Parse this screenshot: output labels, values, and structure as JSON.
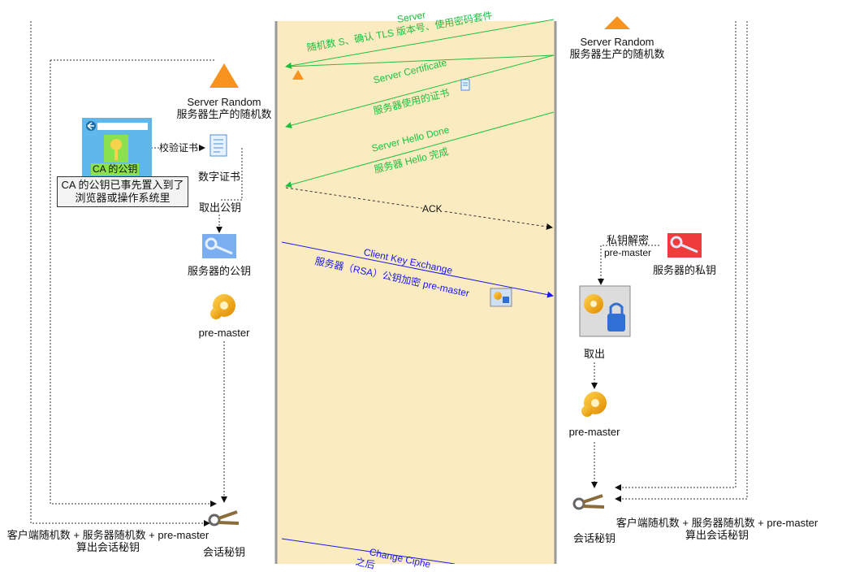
{
  "server_top": {
    "random_title": "Server Random",
    "random_sub": "服务器生产的随机数"
  },
  "client": {
    "random_title": "Server Random",
    "random_sub": "服务器生产的随机数",
    "ca_key_label": "CA 的公钥",
    "ca_note_line1": "CA 的公钥已事先置入到了",
    "ca_note_line2": "浏览器或操作系统里",
    "verify_cert": "校验证书",
    "digital_cert": "数字证书",
    "take_pubkey": "取出公钥",
    "server_pubkey": "服务器的公钥",
    "pre_master": "pre-master",
    "session_key": "会话秘钥",
    "formula_line1": "客户端随机数 + 服务器随机数 +  pre-master",
    "formula_line2": "算出会话秘钥"
  },
  "messages": {
    "server_hello_cut": "Server",
    "server_hello_sub": "随机数 S、确认 TLS 版本号、使用密码套件",
    "server_certificate": "Server Certificate",
    "server_certificate_sub": "服务器使用的证书",
    "server_hello_done": "Server Hello Done",
    "server_hello_done_sub": "服务器 Hello 完成",
    "ack": "ACK",
    "client_key_exchange": "Client Key Exchange",
    "client_key_exchange_sub": "服务器（RSA）公钥加密 pre-master",
    "change_cipher": "Change Ciphe",
    "change_cipher_sub": "之后"
  },
  "server": {
    "private_decrypt": "私钥解密",
    "pre_master_small": "pre-master",
    "server_private_key": "服务器的私钥",
    "take_out": "取出",
    "pre_master": "pre-master",
    "session_key": "会话秘钥",
    "formula_line1": "客户端随机数 + 服务器随机数 +  pre-master",
    "formula_line2": "算出会话秘钥"
  },
  "colors": {
    "green": "#1fbf3f",
    "blue": "#1a1aee",
    "beige": "#fbebc0",
    "orange": "#f7931e"
  }
}
